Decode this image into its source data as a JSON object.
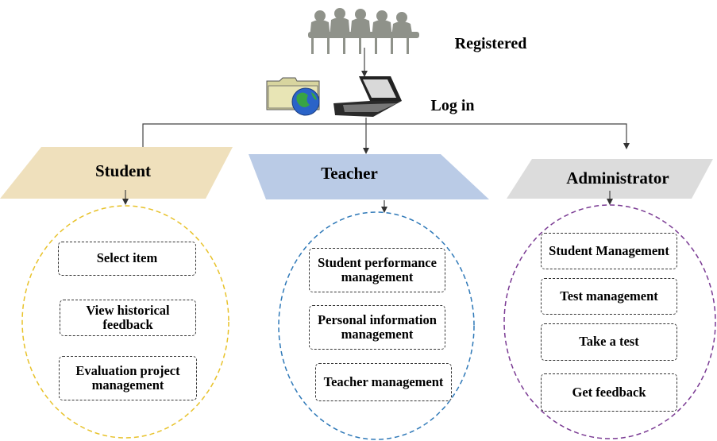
{
  "labels": {
    "registered": "Registered",
    "login": "Log in"
  },
  "roles": [
    {
      "name": "Student",
      "color": "#efe0bc",
      "ellipse_color": "#e8c22a",
      "items": [
        "Select item",
        "View historical feedback",
        "Evaluation project management"
      ]
    },
    {
      "name": "Teacher",
      "color": "#bacbe6",
      "ellipse_color": "#2f79b8",
      "items": [
        "Student performance management",
        "Personal information management",
        "Teacher management"
      ]
    },
    {
      "name": "Administrator",
      "color": "#dcdcdc",
      "ellipse_color": "#7a3a93",
      "items": [
        "Student Management",
        "Test management",
        "Take a test",
        "Get feedback"
      ]
    }
  ],
  "icons": [
    "people-meeting-icon",
    "folder-globe-icon",
    "laptop-icon"
  ]
}
